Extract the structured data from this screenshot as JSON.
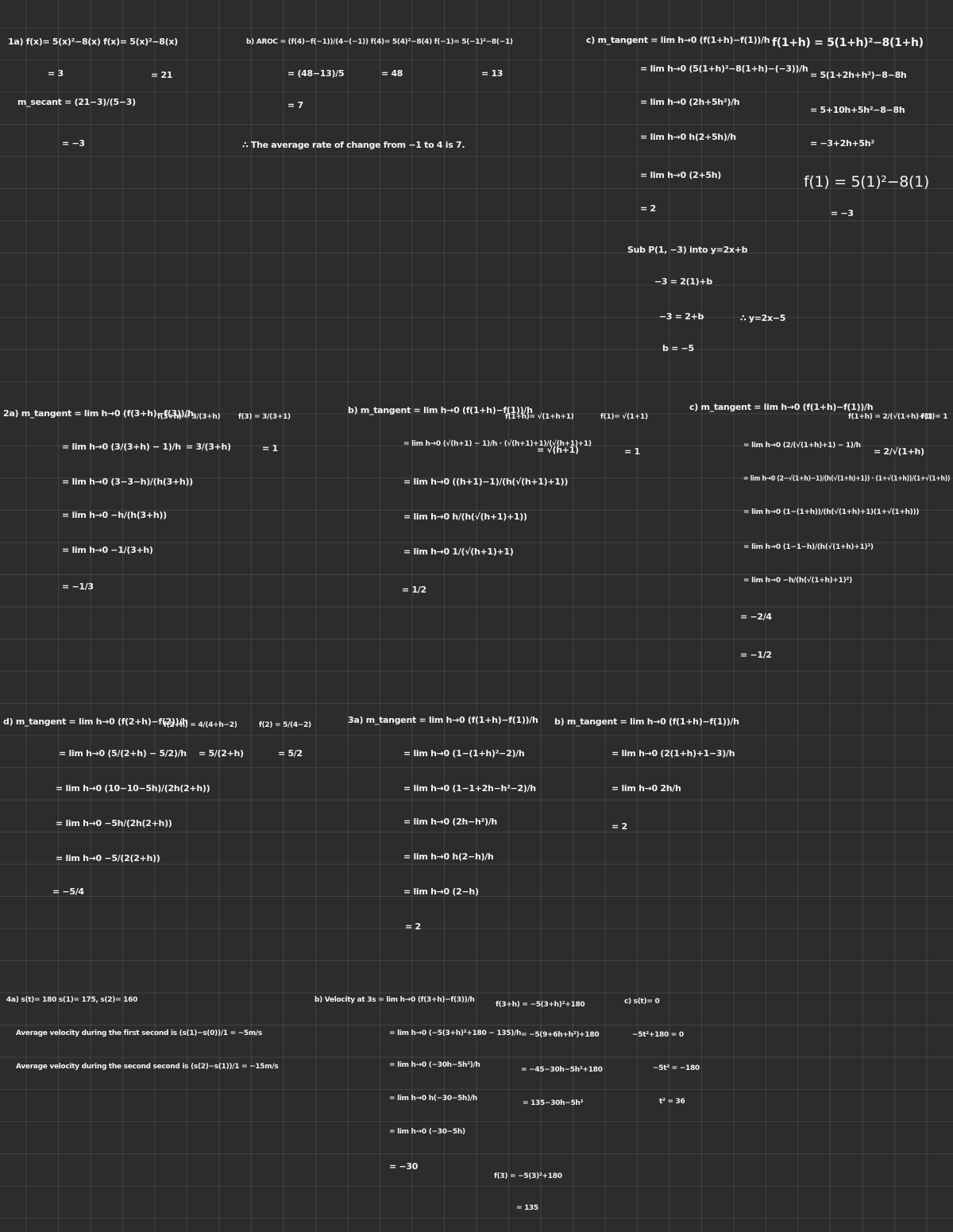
{
  "page": {
    "background": "#2c2c2c",
    "grid_color": "#4a4a4a",
    "ink_color": "#f4f4f4"
  },
  "sections": [
    {
      "name": "1",
      "lines": [
        "1a) f(x)= 5(x)²−8(x)   f(x)= 5(x)²−8(x)",
        "= 3",
        "= 21",
        "m_secant = (21−3)/(5−3)",
        "= −3",
        "b) AROC = (f(4)−f(−1))/(4−(−1))   f(4)= 5(4)²−8(4)   f(−1)= 5(−1)²−8(−1)",
        "= (48−13)/5",
        "= 48",
        "= 13",
        "= 7",
        "∴ The average rate of change from −1 to 4 is 7.",
        "c) m_tangent = lim h→0 (f(1+h)−f(1))/h",
        "= lim h→0 (5(1+h)²−8(1+h)−(−3))/h",
        "= lim h→0 (2h+5h²)/h",
        "= lim h→0 h(2+5h)/h",
        "= lim h→0 (2+5h)",
        "= 2",
        "f(1+h) = 5(1+h)²−8(1+h)",
        "= 5(1+2h+h²)−8−8h",
        "= 5+10h+5h²−8−8h",
        "= −3+2h+5h²",
        "f(1) = 5(1)²−8(1)",
        "= −3",
        "Sub P(1, −3) into y=2x+b",
        "−3 = 2(1)+b",
        "−3 = 2+b",
        "b = −5",
        "∴ y=2x−5"
      ]
    },
    {
      "name": "2",
      "lines": [
        "2a) m_tangent = lim h→0 (f(3+h)−f(3))/h",
        "f(3+h) = 3/(3+h)",
        "f(3) = 3/(3+1)",
        "= lim h→0 (3/(3+h) − 1)/h",
        "= 3/(3+h)",
        "= 1",
        "= lim h→0 (3−3−h)/(h(3+h))",
        "= lim h→0 −h/(h(3+h))",
        "= lim h→0 −1/(3+h)",
        "= −1/3",
        "b) m_tangent = lim h→0 (f(1+h)−f(1))/h",
        "f(1+h)= √(1+h+1)",
        "f(1)= √(1+1)",
        "= lim h→0 (√(h+1) − 1)/h · (√(h+1)+1)/(√(h+1)+1)",
        "= √(h+1)",
        "= 1",
        "= lim h→0 ((h+1)−1)/(h(√(h+1)+1))",
        "= lim h→0 h/(h(√(h+1)+1))",
        "= lim h→0 1/(√(h+1)+1)",
        "= 1/2",
        "c) m_tangent = lim h→0 (f(1+h)−f(1))/h",
        "f(1+h) = 2/(√(1+h)+1)",
        "f(1)= 1",
        "= lim h→0 (2/(√(1+h)+1) − 1)/h",
        "= 2/√(1+h)",
        "= lim h→0 (2−√(1+h)−1)/(h(√(1+h)+1)) · (1+√(1+h))/(1+√(1+h))",
        "= lim h→0 (1−(1+h))/(h(√(1+h)+1)(1+√(1+h)))",
        "= lim h→0 (1−1−h)/(h(√(1+h)+1)²)",
        "= lim h→0 −h/(h(√(1+h)+1)²)",
        "= −2/4",
        "= −1/2"
      ]
    },
    {
      "name": "2d-3",
      "lines": [
        "d) m_tangent = lim h→0 (f(2+h)−f(2))/h",
        "f(2+h) = 4/(4+h−2)",
        "f(2) = 5/(4−2)",
        "= lim h→0 (5/(2+h) − 5/2)/h",
        "= 5/(2+h)",
        "= 5/2",
        "= lim h→0 (10−10−5h)/(2h(2+h))",
        "= lim h→0 −5h/(2h(2+h))",
        "= lim h→0 −5/(2(2+h))",
        "= −5/4",
        "3a) m_tangent = lim h→0 (f(1+h)−f(1))/h",
        "= lim h→0 (1−(1+h)²−2)/h",
        "= lim h→0 (1−1+2h−h²−2)/h",
        "= lim h→0 (2h−h²)/h",
        "= lim h→0 h(2−h)/h",
        "= lim h→0 (2−h)",
        "= 2",
        "b) m_tangent = lim h→0 (f(1+h)−f(1))/h",
        "= lim h→0 (2(1+h)+1−3)/h",
        "= lim h→0 2h/h",
        "= 2"
      ]
    },
    {
      "name": "4",
      "lines": [
        "4a) s(t)= 180   s(1)= 175,   s(2)= 160",
        "Average velocity during the first second is  (s(1)−s(0))/1 = −5m/s",
        "Average velocity during the second second is  (s(2)−s(1))/1 = −15m/s",
        "b) Velocity at 3s = lim h→0 (f(3+h)−f(3))/h",
        "f(3+h) = −5(3+h)²+180",
        "= lim h→0 (−5(3+h)²+180 − 135)/h",
        "= −5(9+6h+h²)+180",
        "= lim h→0 (−30h−5h²)/h",
        "= −45−30h−5h²+180",
        "= lim h→0 h(−30−5h)/h",
        "= 135−30h−5h²",
        "= lim h→0 (−30−5h)",
        "= −30",
        "f(3) = −5(3)²+180",
        "= 135",
        "c) s(t)= 0",
        "−5t²+180 = 0",
        "−5t² = −180",
        "t² = 36"
      ]
    }
  ]
}
